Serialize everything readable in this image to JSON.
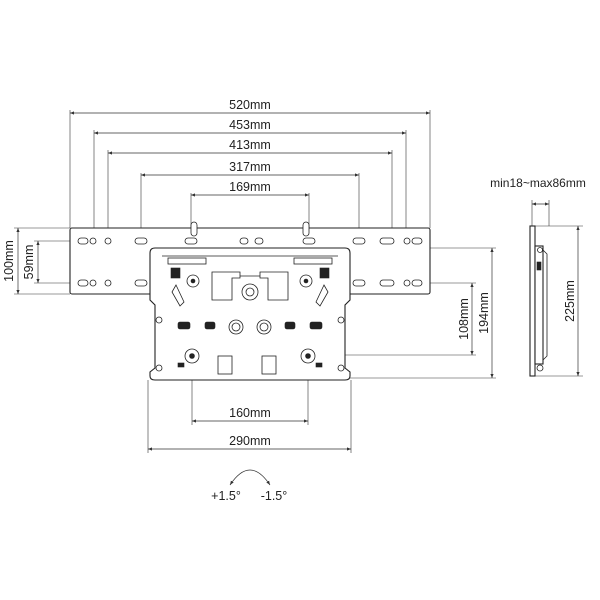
{
  "dimensions": {
    "width_520": "520mm",
    "width_453": "453mm",
    "width_413": "413mm",
    "width_317": "317mm",
    "width_169": "169mm",
    "width_160": "160mm",
    "width_290": "290mm",
    "height_100": "100mm",
    "height_59": "59mm",
    "height_108": "108mm",
    "height_194": "194mm",
    "height_225": "225mm",
    "depth_range": "min18~max86mm"
  },
  "tilt": {
    "plus": "+1.5°",
    "minus": "-1.5°"
  }
}
